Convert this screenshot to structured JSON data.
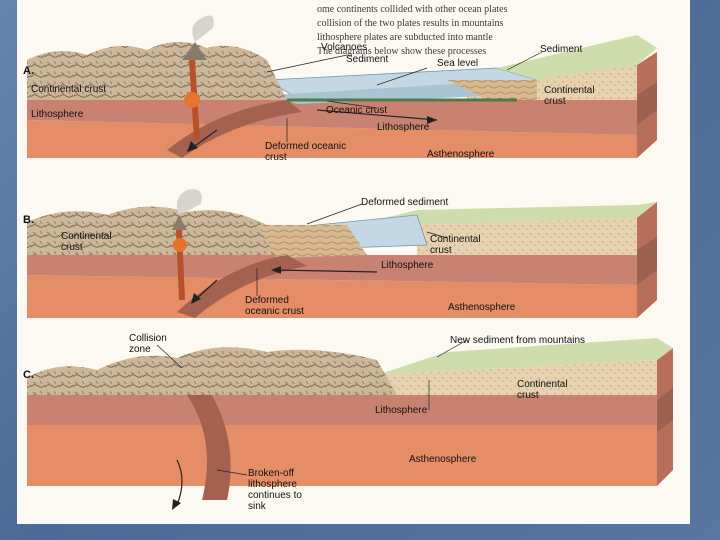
{
  "bleed_text": [
    "ome continents collided with other ocean plates",
    "collision of the two plates results in mountains",
    "lithosphere plates are subducted into mantle",
    "The diagrams below show these processes"
  ],
  "panel_a": {
    "letter": "A.",
    "volcanoes": "Volcanoes",
    "sediment_left": "Sediment",
    "sediment_right": "Sediment",
    "sea_level": "Sea level",
    "continental_crust_left": "Continental crust",
    "continental_crust_right_1": "Continental",
    "continental_crust_right_2": "crust",
    "lithosphere_left": "Lithosphere",
    "oceanic_crust": "Oceanic crust",
    "lithosphere_mid": "Lithosphere",
    "deformed_oceanic_1": "Deformed oceanic",
    "deformed_oceanic_2": "crust",
    "asthenosphere": "Asthenosphere"
  },
  "panel_b": {
    "letter": "B.",
    "deformed_sediment": "Deformed sediment",
    "continental_left_1": "Continental",
    "continental_left_2": "crust",
    "continental_right_1": "Continental",
    "continental_right_2": "crust",
    "lithosphere": "Lithosphere",
    "asthenosphere": "Asthenosphere",
    "deformed_oceanic_1": "Deformed",
    "deformed_oceanic_2": "oceanic crust"
  },
  "panel_c": {
    "letter": "C.",
    "collision_1": "Collision",
    "collision_2": "zone",
    "new_sediment": "New sediment from mountains",
    "continental_1": "Continental",
    "continental_2": "crust",
    "lithosphere": "Lithosphere",
    "asthenosphere": "Asthenosphere",
    "broken_1": "Broken-off",
    "broken_2": "lithosphere",
    "broken_3": "continues to",
    "broken_4": "sink"
  },
  "colors": {
    "slide_blue": "#4f6e9a",
    "asthenosphere": "#e08a63",
    "lithosphere": "#c27c6a",
    "crust": "#dcc0a0",
    "top_surface": "#c8d8a8",
    "ocean": "#bfd4e0"
  }
}
